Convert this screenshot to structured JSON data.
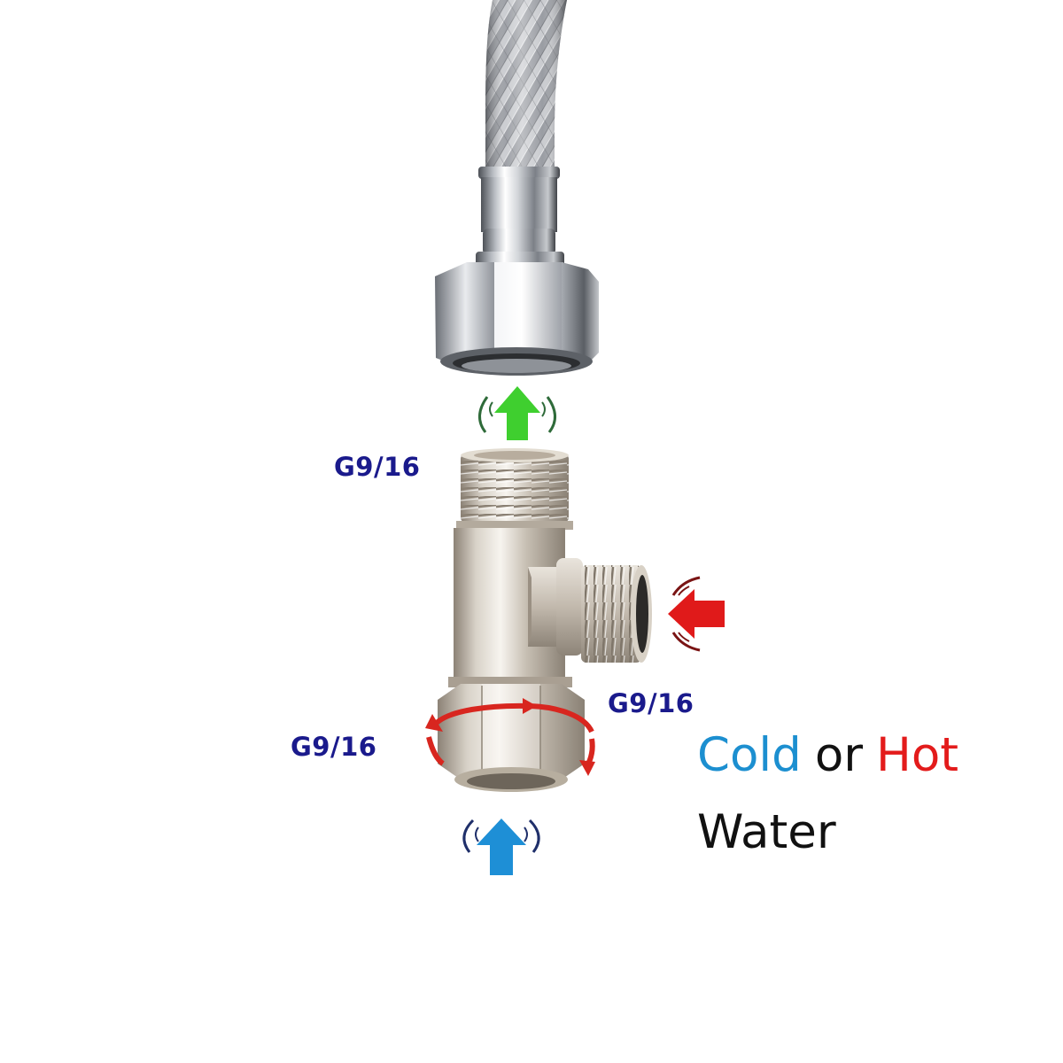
{
  "colors": {
    "background": "#ffffff",
    "label_navy": "#1a1a8c",
    "cold_blue": "#1c8fd0",
    "hot_red": "#e31b1b",
    "text_black": "#111111",
    "up_arrow_green": "#3fcf2f",
    "inlet_arrow_blue": "#1e8fd6",
    "side_arrow_red": "#e01a1a",
    "rotate_arrow_red": "#d8261f"
  },
  "icons": {
    "hose": "braided-hose-icon",
    "nut": "chrome-hex-nut-icon",
    "tee": "brass-tee-valve-icon",
    "arrow_up_green": "arrow-up-icon",
    "arrow_left_red": "arrow-left-icon",
    "arrow_up_blue": "arrow-up-icon",
    "rotate": "rotate-arrow-icon"
  },
  "labels": {
    "top_thread": "G9/16",
    "side_thread": "G9/16",
    "bottom_thread": "G9/16"
  },
  "caption": {
    "word_cold": "Cold",
    "word_or": "or",
    "word_hot": "Hot",
    "word_water": "Water"
  }
}
